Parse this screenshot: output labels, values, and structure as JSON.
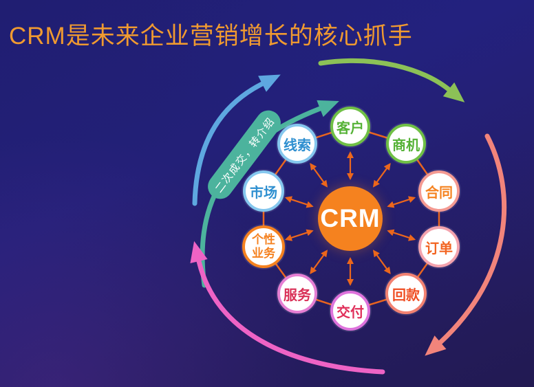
{
  "title": "CRM是未来企业营销增长的核心抓手",
  "center": {
    "label": "CRM",
    "fill": "#f5821f",
    "text_color": "#ffffff"
  },
  "cycle_label": {
    "text": "二次成交，转介绍",
    "fill": "#4cb39d",
    "text_color": "#ffffff"
  },
  "nodes": [
    {
      "id": "leads",
      "label": "线索",
      "border": "#85c7ee",
      "text": "#2e8fd0"
    },
    {
      "id": "customer",
      "label": "客户",
      "border": "#70c046",
      "text": "#55b236"
    },
    {
      "id": "opportunity",
      "label": "商机",
      "border": "#70c046",
      "text": "#55b236"
    },
    {
      "id": "contract",
      "label": "合同",
      "border": "#f49a92",
      "text": "#f5821f"
    },
    {
      "id": "order",
      "label": "订单",
      "border": "#f3a3ae",
      "text": "#f26522"
    },
    {
      "id": "payment",
      "label": "回款",
      "border": "#f28272",
      "text": "#ef4e23"
    },
    {
      "id": "delivery",
      "label": "交付",
      "border": "#de73dc",
      "text": "#e02f5a"
    },
    {
      "id": "service",
      "label": "服务",
      "border": "#e57fd3",
      "text": "#d93057"
    },
    {
      "id": "custom-business",
      "label": "个性业务",
      "border": "#f58220",
      "text": "#f58220"
    },
    {
      "id": "market",
      "label": "市场",
      "border": "#85c7ee",
      "text": "#2e8fd0"
    }
  ],
  "flow_arrows": {
    "blue": "#5ea8e0",
    "teal": "#4cb39d",
    "green": "#8cc157",
    "salmon": "#f2847b",
    "pink": "#ee63c5",
    "spoke": "#ec671c",
    "ring": "#e8641f"
  }
}
